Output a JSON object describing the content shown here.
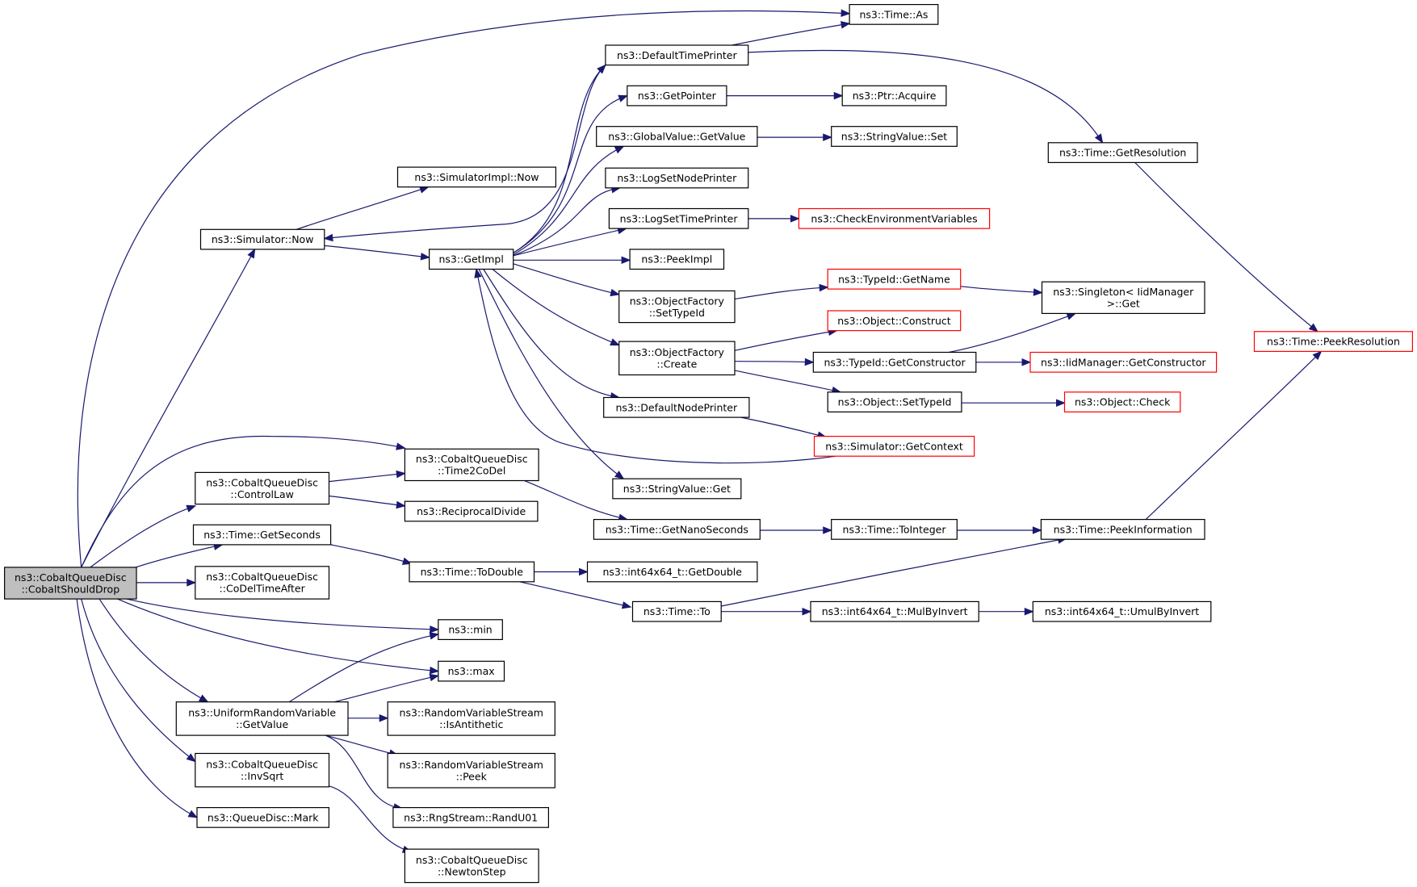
{
  "graph": {
    "colors": {
      "edge": "#191970",
      "node_border": "#000000",
      "external_border": "#ff0000",
      "root_fill": "#bfbfbf"
    },
    "nodes": [
      {
        "id": "root",
        "lines": [
          "ns3::CobaltQueueDisc",
          "::CobaltShouldDrop"
        ],
        "style": "root"
      },
      {
        "id": "timeAs",
        "lines": [
          "ns3::Time::As"
        ]
      },
      {
        "id": "defTimePrinter",
        "lines": [
          "ns3::DefaultTimePrinter"
        ]
      },
      {
        "id": "getPointer",
        "lines": [
          "ns3::GetPointer"
        ]
      },
      {
        "id": "ptrAcquire",
        "lines": [
          "ns3::Ptr::Acquire"
        ]
      },
      {
        "id": "gvGetValue",
        "lines": [
          "ns3::GlobalValue::GetValue"
        ]
      },
      {
        "id": "svSet",
        "lines": [
          "ns3::StringValue::Set"
        ]
      },
      {
        "id": "getResolution",
        "lines": [
          "ns3::Time::GetResolution"
        ]
      },
      {
        "id": "simImplNow",
        "lines": [
          "ns3::SimulatorImpl::Now"
        ]
      },
      {
        "id": "logSetNode",
        "lines": [
          "ns3::LogSetNodePrinter"
        ]
      },
      {
        "id": "logSetTime",
        "lines": [
          "ns3::LogSetTimePrinter"
        ]
      },
      {
        "id": "checkEnv",
        "lines": [
          "ns3::CheckEnvironmentVariables"
        ],
        "style": "red"
      },
      {
        "id": "simNow",
        "lines": [
          "ns3::Simulator::Now"
        ]
      },
      {
        "id": "getImpl",
        "lines": [
          "ns3::GetImpl"
        ]
      },
      {
        "id": "peekImpl",
        "lines": [
          "ns3::PeekImpl"
        ]
      },
      {
        "id": "tidGetName",
        "lines": [
          "ns3::TypeId::GetName"
        ],
        "style": "red"
      },
      {
        "id": "ofSetTypeId",
        "lines": [
          "ns3::ObjectFactory",
          "::SetTypeId"
        ]
      },
      {
        "id": "singletonGet",
        "lines": [
          "ns3::Singleton< IidManager",
          ">::Get"
        ]
      },
      {
        "id": "objConstruct",
        "lines": [
          "ns3::Object::Construct"
        ],
        "style": "red"
      },
      {
        "id": "peekResolution",
        "lines": [
          "ns3::Time::PeekResolution"
        ],
        "style": "red"
      },
      {
        "id": "ofCreate",
        "lines": [
          "ns3::ObjectFactory",
          "::Create"
        ]
      },
      {
        "id": "tidGetCtor",
        "lines": [
          "ns3::TypeId::GetConstructor"
        ]
      },
      {
        "id": "iidGetCtor",
        "lines": [
          "ns3::IidManager::GetConstructor"
        ],
        "style": "red"
      },
      {
        "id": "objSetTypeId",
        "lines": [
          "ns3::Object::SetTypeId"
        ]
      },
      {
        "id": "objCheck",
        "lines": [
          "ns3::Object::Check"
        ],
        "style": "red"
      },
      {
        "id": "defNodePrinter",
        "lines": [
          "ns3::DefaultNodePrinter"
        ]
      },
      {
        "id": "simGetContext",
        "lines": [
          "ns3::Simulator::GetContext"
        ],
        "style": "red"
      },
      {
        "id": "time2CoDel",
        "lines": [
          "ns3::CobaltQueueDisc",
          "::Time2CoDel"
        ]
      },
      {
        "id": "controlLaw",
        "lines": [
          "ns3::CobaltQueueDisc",
          "::ControlLaw"
        ]
      },
      {
        "id": "svGet",
        "lines": [
          "ns3::StringValue::Get"
        ]
      },
      {
        "id": "reciprocalDivide",
        "lines": [
          "ns3::ReciprocalDivide"
        ]
      },
      {
        "id": "getNanoSeconds",
        "lines": [
          "ns3::Time::GetNanoSeconds"
        ]
      },
      {
        "id": "toInteger",
        "lines": [
          "ns3::Time::ToInteger"
        ]
      },
      {
        "id": "peekInformation",
        "lines": [
          "ns3::Time::PeekInformation"
        ]
      },
      {
        "id": "getSeconds",
        "lines": [
          "ns3::Time::GetSeconds"
        ]
      },
      {
        "id": "toDouble",
        "lines": [
          "ns3::Time::ToDouble"
        ]
      },
      {
        "id": "i64GetDouble",
        "lines": [
          "ns3::int64x64_t::GetDouble"
        ]
      },
      {
        "id": "codelTimeAfter",
        "lines": [
          "ns3::CobaltQueueDisc",
          "::CoDelTimeAfter"
        ]
      },
      {
        "id": "timeTo",
        "lines": [
          "ns3::Time::To"
        ]
      },
      {
        "id": "mulByInvert",
        "lines": [
          "ns3::int64x64_t::MulByInvert"
        ]
      },
      {
        "id": "umulByInvert",
        "lines": [
          "ns3::int64x64_t::UmulByInvert"
        ]
      },
      {
        "id": "min",
        "lines": [
          "ns3::min"
        ]
      },
      {
        "id": "max",
        "lines": [
          "ns3::max"
        ]
      },
      {
        "id": "urvGetValue",
        "lines": [
          "ns3::UniformRandomVariable",
          "::GetValue"
        ]
      },
      {
        "id": "rvsIsAntithetic",
        "lines": [
          "ns3::RandomVariableStream",
          "::IsAntithetic"
        ]
      },
      {
        "id": "invSqrt",
        "lines": [
          "ns3::CobaltQueueDisc",
          "::InvSqrt"
        ]
      },
      {
        "id": "rvsPeek",
        "lines": [
          "ns3::RandomVariableStream",
          "::Peek"
        ]
      },
      {
        "id": "qdMark",
        "lines": [
          "ns3::QueueDisc::Mark"
        ]
      },
      {
        "id": "randU01",
        "lines": [
          "ns3::RngStream::RandU01"
        ]
      },
      {
        "id": "newtonStep",
        "lines": [
          "ns3::CobaltQueueDisc",
          "::NewtonStep"
        ]
      }
    ],
    "edges": [
      {
        "from": "root",
        "to": "timeAs"
      },
      {
        "from": "root",
        "to": "simNow"
      },
      {
        "from": "root",
        "to": "time2CoDel"
      },
      {
        "from": "root",
        "to": "controlLaw"
      },
      {
        "from": "root",
        "to": "getSeconds"
      },
      {
        "from": "root",
        "to": "codelTimeAfter"
      },
      {
        "from": "root",
        "to": "min"
      },
      {
        "from": "root",
        "to": "max"
      },
      {
        "from": "root",
        "to": "urvGetValue"
      },
      {
        "from": "root",
        "to": "invSqrt"
      },
      {
        "from": "root",
        "to": "qdMark"
      },
      {
        "from": "simNow",
        "to": "simImplNow"
      },
      {
        "from": "simNow",
        "to": "getImpl"
      },
      {
        "from": "defTimePrinter",
        "to": "simNow"
      },
      {
        "from": "defTimePrinter",
        "to": "timeAs"
      },
      {
        "from": "defTimePrinter",
        "to": "getResolution"
      },
      {
        "from": "getResolution",
        "to": "peekResolution"
      },
      {
        "from": "getImpl",
        "to": "defTimePrinter"
      },
      {
        "from": "getImpl",
        "to": "getPointer"
      },
      {
        "from": "getImpl",
        "to": "gvGetValue"
      },
      {
        "from": "getImpl",
        "to": "logSetNode"
      },
      {
        "from": "getImpl",
        "to": "logSetTime"
      },
      {
        "from": "getImpl",
        "to": "peekImpl"
      },
      {
        "from": "getImpl",
        "to": "ofSetTypeId"
      },
      {
        "from": "getImpl",
        "to": "ofCreate"
      },
      {
        "from": "getImpl",
        "to": "defNodePrinter"
      },
      {
        "from": "getImpl",
        "to": "svGet"
      },
      {
        "from": "getPointer",
        "to": "ptrAcquire"
      },
      {
        "from": "gvGetValue",
        "to": "svSet"
      },
      {
        "from": "logSetTime",
        "to": "checkEnv"
      },
      {
        "from": "ofSetTypeId",
        "to": "tidGetName"
      },
      {
        "from": "tidGetName",
        "to": "singletonGet"
      },
      {
        "from": "ofCreate",
        "to": "objConstruct"
      },
      {
        "from": "ofCreate",
        "to": "tidGetCtor"
      },
      {
        "from": "ofCreate",
        "to": "objSetTypeId"
      },
      {
        "from": "tidGetCtor",
        "to": "singletonGet"
      },
      {
        "from": "tidGetCtor",
        "to": "iidGetCtor"
      },
      {
        "from": "objSetTypeId",
        "to": "objCheck"
      },
      {
        "from": "defNodePrinter",
        "to": "simGetContext"
      },
      {
        "from": "simGetContext",
        "to": "getImpl"
      },
      {
        "from": "controlLaw",
        "to": "time2CoDel"
      },
      {
        "from": "controlLaw",
        "to": "reciprocalDivide"
      },
      {
        "from": "time2CoDel",
        "to": "getNanoSeconds"
      },
      {
        "from": "getNanoSeconds",
        "to": "toInteger"
      },
      {
        "from": "toInteger",
        "to": "peekInformation"
      },
      {
        "from": "peekInformation",
        "to": "peekResolution"
      },
      {
        "from": "getSeconds",
        "to": "toDouble"
      },
      {
        "from": "toDouble",
        "to": "i64GetDouble"
      },
      {
        "from": "toDouble",
        "to": "timeTo"
      },
      {
        "from": "timeTo",
        "to": "peekInformation"
      },
      {
        "from": "timeTo",
        "to": "mulByInvert"
      },
      {
        "from": "mulByInvert",
        "to": "umulByInvert"
      },
      {
        "from": "urvGetValue",
        "to": "min"
      },
      {
        "from": "urvGetValue",
        "to": "max"
      },
      {
        "from": "urvGetValue",
        "to": "rvsIsAntithetic"
      },
      {
        "from": "urvGetValue",
        "to": "rvsPeek"
      },
      {
        "from": "urvGetValue",
        "to": "randU01"
      },
      {
        "from": "invSqrt",
        "to": "newtonStep"
      }
    ]
  }
}
